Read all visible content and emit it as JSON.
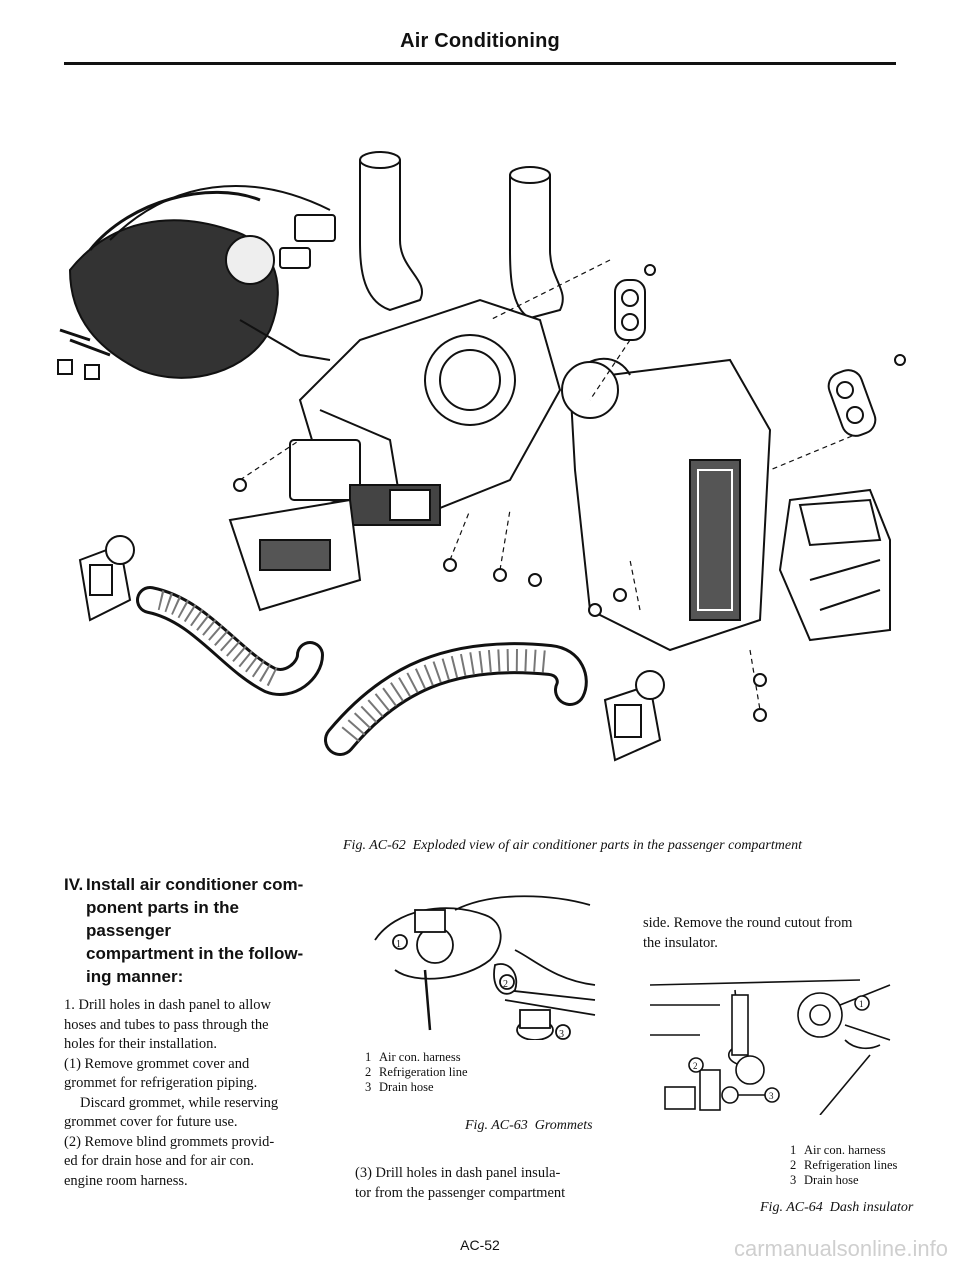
{
  "header": {
    "title": "Air Conditioning"
  },
  "figures": {
    "main": {
      "number": "Fig. AC-62",
      "caption": "Exploded view of air conditioner parts in the passenger compartment"
    },
    "grommets": {
      "number": "Fig. AC-63",
      "caption": "Grommets",
      "callouts": [
        "1",
        "2",
        "3"
      ],
      "legend": [
        {
          "num": "1",
          "label": "Air con. harness"
        },
        {
          "num": "2",
          "label": "Refrigeration line"
        },
        {
          "num": "3",
          "label": "Drain hose"
        }
      ]
    },
    "insulator": {
      "number": "Fig. AC-64",
      "caption": "Dash insulator",
      "callouts": [
        "1",
        "2",
        "3"
      ],
      "legend": [
        {
          "num": "1",
          "label": "Air con. harness"
        },
        {
          "num": "2",
          "label": "Refrigeration lines"
        },
        {
          "num": "3",
          "label": "Drain hose"
        }
      ]
    }
  },
  "section": {
    "number": "IV.",
    "heading": "Install air conditioner component parts in the passenger compartment in the following manner:",
    "heading_lines": [
      "Install air conditioner com-",
      "ponent parts in the passenger",
      "compartment in the follow-",
      "ing manner:"
    ]
  },
  "steps": {
    "s1_lines": [
      "1.  Drill holes in dash panel to allow",
      "hoses and tubes to pass through the",
      "holes for their installation."
    ],
    "s1a_lines": [
      "(1)  Remove grommet cover and",
      "grommet for refrigeration piping."
    ],
    "s1a_note_lines": [
      "Discard grommet, while reserving",
      "grommet cover for future use."
    ],
    "s1b_lines": [
      "(2)  Remove blind grommets provid-",
      "ed for drain hose and for air con.",
      "engine room harness."
    ],
    "s1c_lines": [
      "(3)  Drill holes in dash panel insula-",
      "tor from the passenger compartment"
    ],
    "s1c_cont_lines": [
      "side. Remove the round cutout from",
      "the insulator."
    ]
  },
  "footer": {
    "page": "AC-52",
    "watermark": "carmanualsonline.info"
  }
}
